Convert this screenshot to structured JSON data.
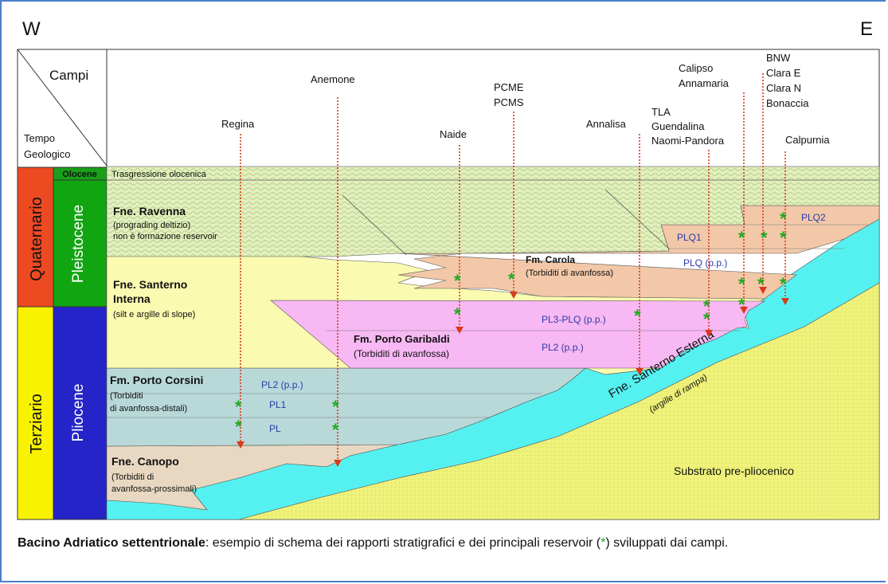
{
  "orientation": {
    "west": "W",
    "east": "E"
  },
  "header": {
    "campi": "Campi",
    "tempo_line1": "Tempo",
    "tempo_line2": "Geologico"
  },
  "eras": {
    "quaternario": "Quaternario",
    "terziario": "Terziario"
  },
  "epochs": {
    "olocene": "Olocene",
    "pleistocene": "Pleistocene",
    "pliocene": "Pliocene"
  },
  "fields": {
    "regina": "Regina",
    "anemone": "Anemone",
    "naide": "Naide",
    "pcme": "PCME",
    "pcms": "PCMS",
    "annalisa": "Annalisa",
    "tla": "TLA",
    "guendalina": "Guendalina",
    "naomi": "Naomi-Pandora",
    "calipso": "Calipso",
    "annamaria": "Annamaria",
    "bnw": "BNW",
    "clara_e": "Clara E",
    "clara_n": "Clara N",
    "bonaccia": "Bonaccia",
    "calpurnia": "Calpurnia"
  },
  "formations": {
    "trasgressione": "Trasgressione olocenica",
    "ravenna_title": "Fne. Ravenna",
    "ravenna_sub1": "(prograding deltizio)",
    "ravenna_sub2": "non è formazione reservoir",
    "santerno_int1": "Fne. Santerno",
    "santerno_int2": "Interna",
    "santerno_int_sub": "(silt e argille di slope)",
    "carola_title": "Fm. Carola",
    "carola_sub": "(Torbiditi di avanfossa)",
    "garibaldi_title": "Fm. Porto Garibaldi",
    "garibaldi_sub": "(Torbiditi di avanfossa)",
    "corsini_title": "Fm. Porto Corsini",
    "corsini_sub1": "(Torbiditi",
    "corsini_sub2": "di avanfossa-distali)",
    "canopo_title": "Fne. Canopo",
    "canopo_sub1": "(Torbiditi di",
    "canopo_sub2": "avanfossa-prossimali)",
    "santerno_est": "Fne. Santerno Esterna",
    "santerno_est_sub": "(argille di rampa)",
    "substrato": "Substrato pre-pliocenico"
  },
  "reservoirs": {
    "plq2": "PLQ2",
    "plq1": "PLQ1",
    "plq_pp": "PLQ (p.p.)",
    "pl3_plq": "PL3-PLQ (p.p.)",
    "pl2_pp_right": "PL2 (p.p.)",
    "pl2_pp_left": "PL2 (p.p.)",
    "pl1": "PL1",
    "pl": "PL"
  },
  "star_glyph": "*",
  "caption": {
    "bold": "Bacino Adriatico settentrionale",
    "rest_before": ": esempio di schema dei rapporti stratigrafici e dei principali reservoir (",
    "star": "*",
    "rest_after": ") sviluppati dai campi."
  },
  "colors": {
    "frame": "#4a7fc9",
    "quaternario": "#ee4a22",
    "terziario": "#f8f200",
    "pleistocene": "#12a512",
    "pliocene": "#2424c8",
    "olocene": "#1aa01a",
    "substrato": "#eef27a",
    "santerno_esterna": "#55f1f1",
    "carola": "#f2c8a8",
    "garibaldi": "#f7b8f3",
    "corsini": "#b9d9d9",
    "canopo": "#e8d8c2",
    "santerno_interna": "#fafab0",
    "ravenna": "#e7f1c2",
    "arrow": "#d83a1a",
    "star": "#22a822"
  }
}
